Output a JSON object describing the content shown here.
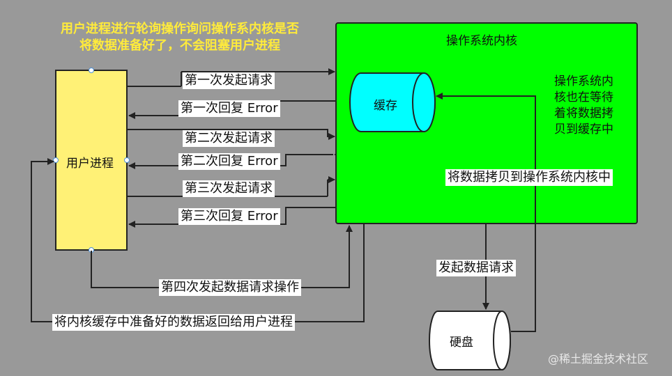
{
  "title_lines": [
    "用户进程进行轮询操作询问操作系内核是否",
    "将数据准备好了，不会阻塞用户进程"
  ],
  "user_process": "用户进程",
  "kernel": {
    "title": "操作系统内核",
    "cache": "缓存",
    "note_lines": [
      "操作系统内",
      "核也在等待",
      "着将数据拷",
      "贝到缓存中"
    ],
    "copy_label": "将数据拷贝到操作系统内核中"
  },
  "arrows": {
    "req1": "第一次发起请求",
    "rep1": "第一次回复 Error",
    "req2": "第二次发起请求",
    "rep2": "第二次回复 Error",
    "req3": "第三次发起请求",
    "rep3": "第三次回复 Error",
    "req4": "第四次发起数据请求操作",
    "return": "将内核缓存中准备好的数据返回给用户进程",
    "disk_req": "发起数据请求"
  },
  "disk": "硬盘",
  "watermark": "@稀土掘金技术社区",
  "colors": {
    "background": "#999999",
    "user_box": "#fff176",
    "kernel_box": "#00ff00",
    "cache": "#00ffff",
    "title_text": "#ffeb3b"
  }
}
